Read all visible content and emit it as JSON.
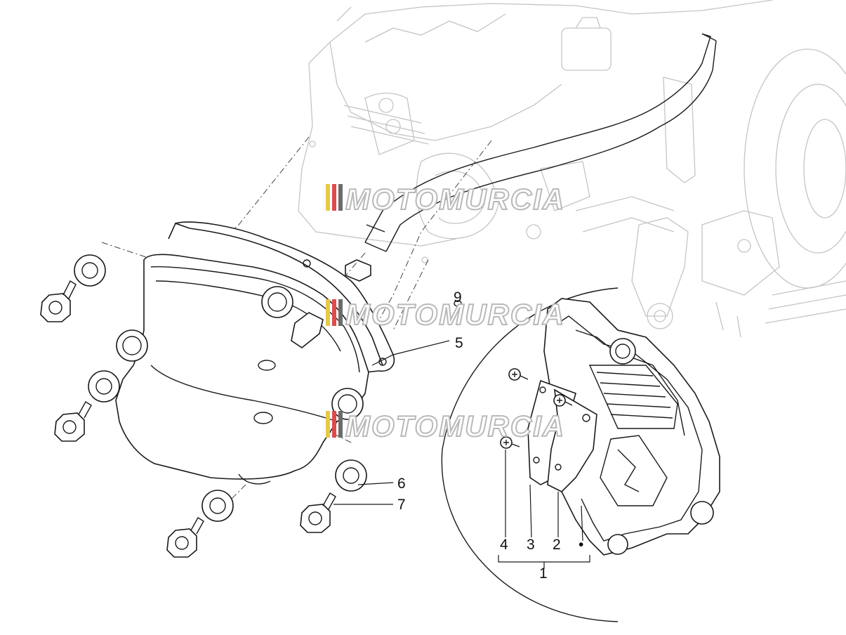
{
  "callouts": {
    "c1": "1",
    "c2": "2",
    "c3": "3",
    "c4": "4",
    "c5": "5",
    "c6": "6",
    "c7": "7",
    "c9": "9",
    "bullet": "•"
  },
  "watermark": {
    "text": "MOTOMURCIA",
    "stripe_colors": [
      "#e7c94a",
      "#e04a4a",
      "#6b6b6b"
    ]
  },
  "colors": {
    "line": "#1a1a1a",
    "background_drawing": "#c4c4c4"
  }
}
